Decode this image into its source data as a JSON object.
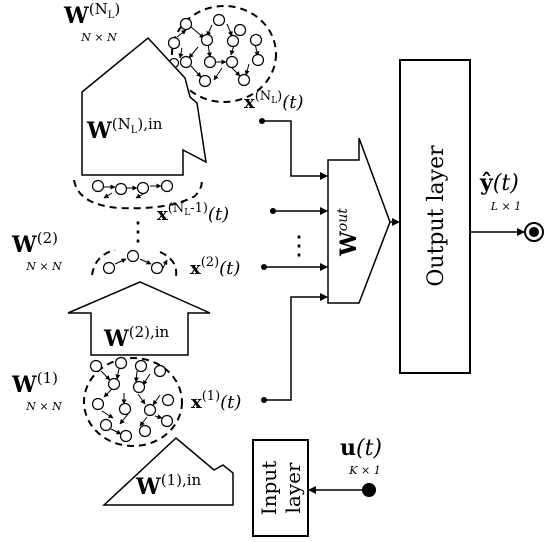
{
  "output_layer": {
    "label": "Output layer"
  },
  "input_layer": {
    "line1": "Input",
    "line2": "layer"
  },
  "readout": {
    "W": "W",
    "sup": "out"
  },
  "output_signal": {
    "y": "ŷ",
    "t": "(t)",
    "dim": "L × 1"
  },
  "input_signal": {
    "u": "u",
    "t": "(t)",
    "dim": "K × 1"
  },
  "state_NL": {
    "x": "x",
    "sup_open": "(N",
    "sup_sub": "L",
    "sup_close": ")",
    "t": "(t)"
  },
  "state_NL_minus1": {
    "x": "x",
    "sup_open": "(N",
    "sup_sub": "L",
    "sup_close": "-1)",
    "t": "(t)"
  },
  "state_2": {
    "x": "x",
    "sup": "(2)",
    "t": "(t)"
  },
  "state_1": {
    "x": "x",
    "sup": "(1)",
    "t": "(t)"
  },
  "W_res_NL": {
    "W": "W",
    "sup_open": "(N",
    "sup_sub": "L",
    "sup_close": ")",
    "dim": "N × N"
  },
  "W_res_2": {
    "W": "W",
    "sup": "(2)",
    "dim": "N × N"
  },
  "W_res_1": {
    "W": "W",
    "sup": "(1)",
    "dim": "N × N"
  },
  "W_in_NL": {
    "W": "W",
    "sup_open": "(N",
    "sup_sub": "L",
    "sup_close": "),in"
  },
  "W_in_2": {
    "W": "W",
    "sup": "(2),in"
  },
  "W_in_1": {
    "W": "W",
    "sup": "(1),in"
  },
  "ellipsis": "⋮"
}
